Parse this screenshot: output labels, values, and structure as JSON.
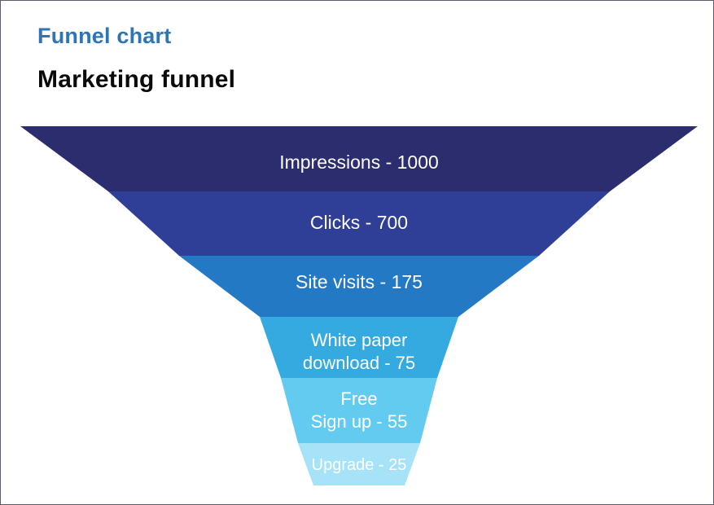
{
  "page": {
    "title": "Funnel chart",
    "subtitle": "Marketing funnel",
    "title_color": "#2e75b6",
    "subtitle_color": "#0a0a0a",
    "border_color": "#5c5c66"
  },
  "chart_data": {
    "type": "funnel",
    "title": "Marketing funnel",
    "label_text_color": "#ffffff",
    "stages": [
      {
        "label": "Impressions",
        "value": 1000,
        "display_lines": [
          "Impressions - 1000"
        ],
        "color": "#2b2d6e"
      },
      {
        "label": "Clicks",
        "value": 700,
        "display_lines": [
          "Clicks - 700"
        ],
        "color": "#2f3e97"
      },
      {
        "label": "Site visits",
        "value": 175,
        "display_lines": [
          "Site visits - 175"
        ],
        "color": "#2379c4"
      },
      {
        "label": "White paper download",
        "value": 75,
        "display_lines": [
          "White paper",
          "download - 75"
        ],
        "color": "#35aae0"
      },
      {
        "label": "Free Sign up",
        "value": 55,
        "display_lines": [
          "Free",
          "Sign up - 55"
        ],
        "color": "#63cbef"
      },
      {
        "label": "Upgrade",
        "value": 25,
        "display_lines": [
          "Upgrade - 25"
        ],
        "color": "#a6e2f8"
      }
    ]
  }
}
